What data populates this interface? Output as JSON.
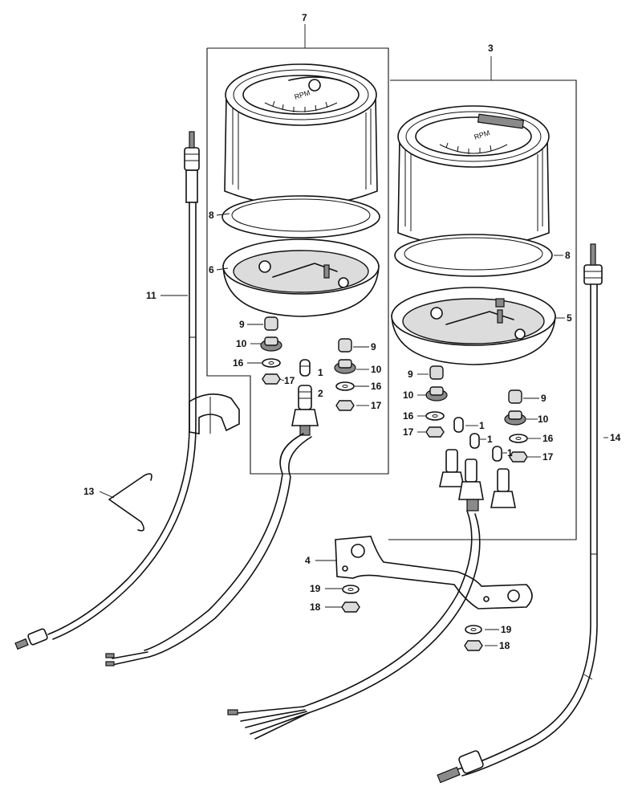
{
  "callouts": {
    "c1": "1",
    "c2": "2",
    "c3": "3",
    "c4": "4",
    "c5": "5",
    "c6": "6",
    "c7": "7",
    "c8": "8",
    "c9": "9",
    "c10": "10",
    "c11": "11",
    "c13": "13",
    "c14": "14",
    "c16": "16",
    "c17": "17",
    "c18": "18",
    "c19": "19"
  },
  "dial_labels": {
    "left_face": "RPM",
    "right_face": "RPM"
  }
}
